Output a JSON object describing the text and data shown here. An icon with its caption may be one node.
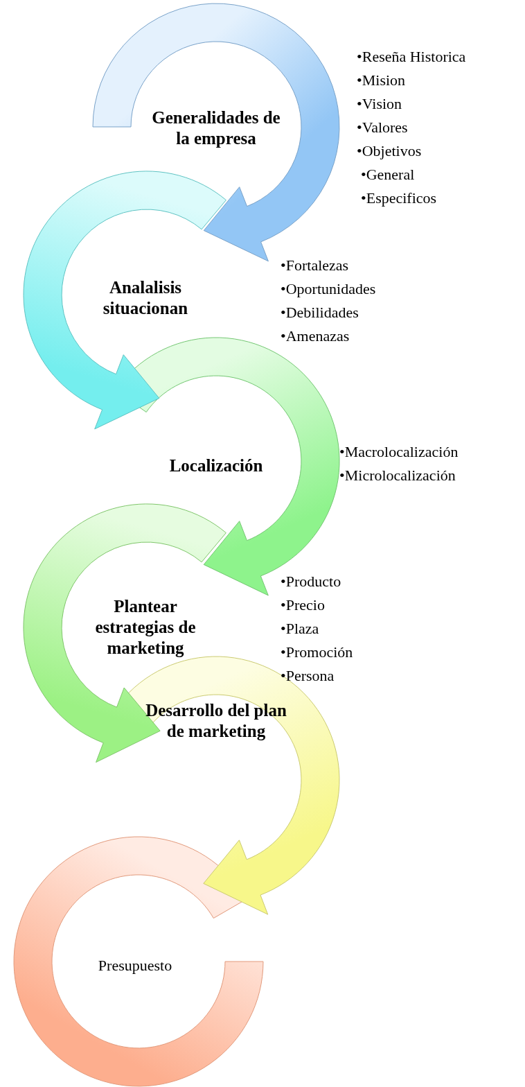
{
  "diagram": {
    "nodes": [
      {
        "text": [
          "Generalidades de la empresa"
        ]
      },
      {
        "text": [
          "Analalisis situacionan"
        ]
      },
      {
        "text": [
          "Localización"
        ]
      },
      {
        "text": [
          "Plantear estrategias de marketing"
        ]
      },
      {
        "text": [
          "Desarrollo del plan de marketing"
        ]
      },
      {
        "text": [
          "Presupuesto"
        ]
      }
    ],
    "edges": [
      {
        "from": 0,
        "to": 1,
        "arrow": "to",
        "style": "thick",
        "color": "#93c6f5"
      },
      {
        "from": 1,
        "to": 2,
        "arrow": "to",
        "style": "thick",
        "color": "#74eeee"
      },
      {
        "from": 2,
        "to": 3,
        "arrow": "to",
        "style": "thick",
        "color": "#8ef38c"
      },
      {
        "from": 3,
        "to": 4,
        "arrow": "to",
        "style": "thick",
        "color": "#9cf184"
      },
      {
        "from": 4,
        "to": 5,
        "arrow": "to",
        "style": "thick",
        "color": "#f7f78a"
      }
    ],
    "labels": [
      "•Reseña Historica",
      "•Mision",
      "•Vision",
      "•Valores",
      "•Objetivos",
      "•General",
      "•Especificos",
      "•Fortalezas",
      "•Oportunidades",
      "•Debilidades",
      "•Amenazas",
      "•Macrolocalización",
      "•Microlocalización",
      "•Producto",
      "•Precio",
      "•Plaza",
      "•Promoción",
      "•Persona"
    ]
  }
}
